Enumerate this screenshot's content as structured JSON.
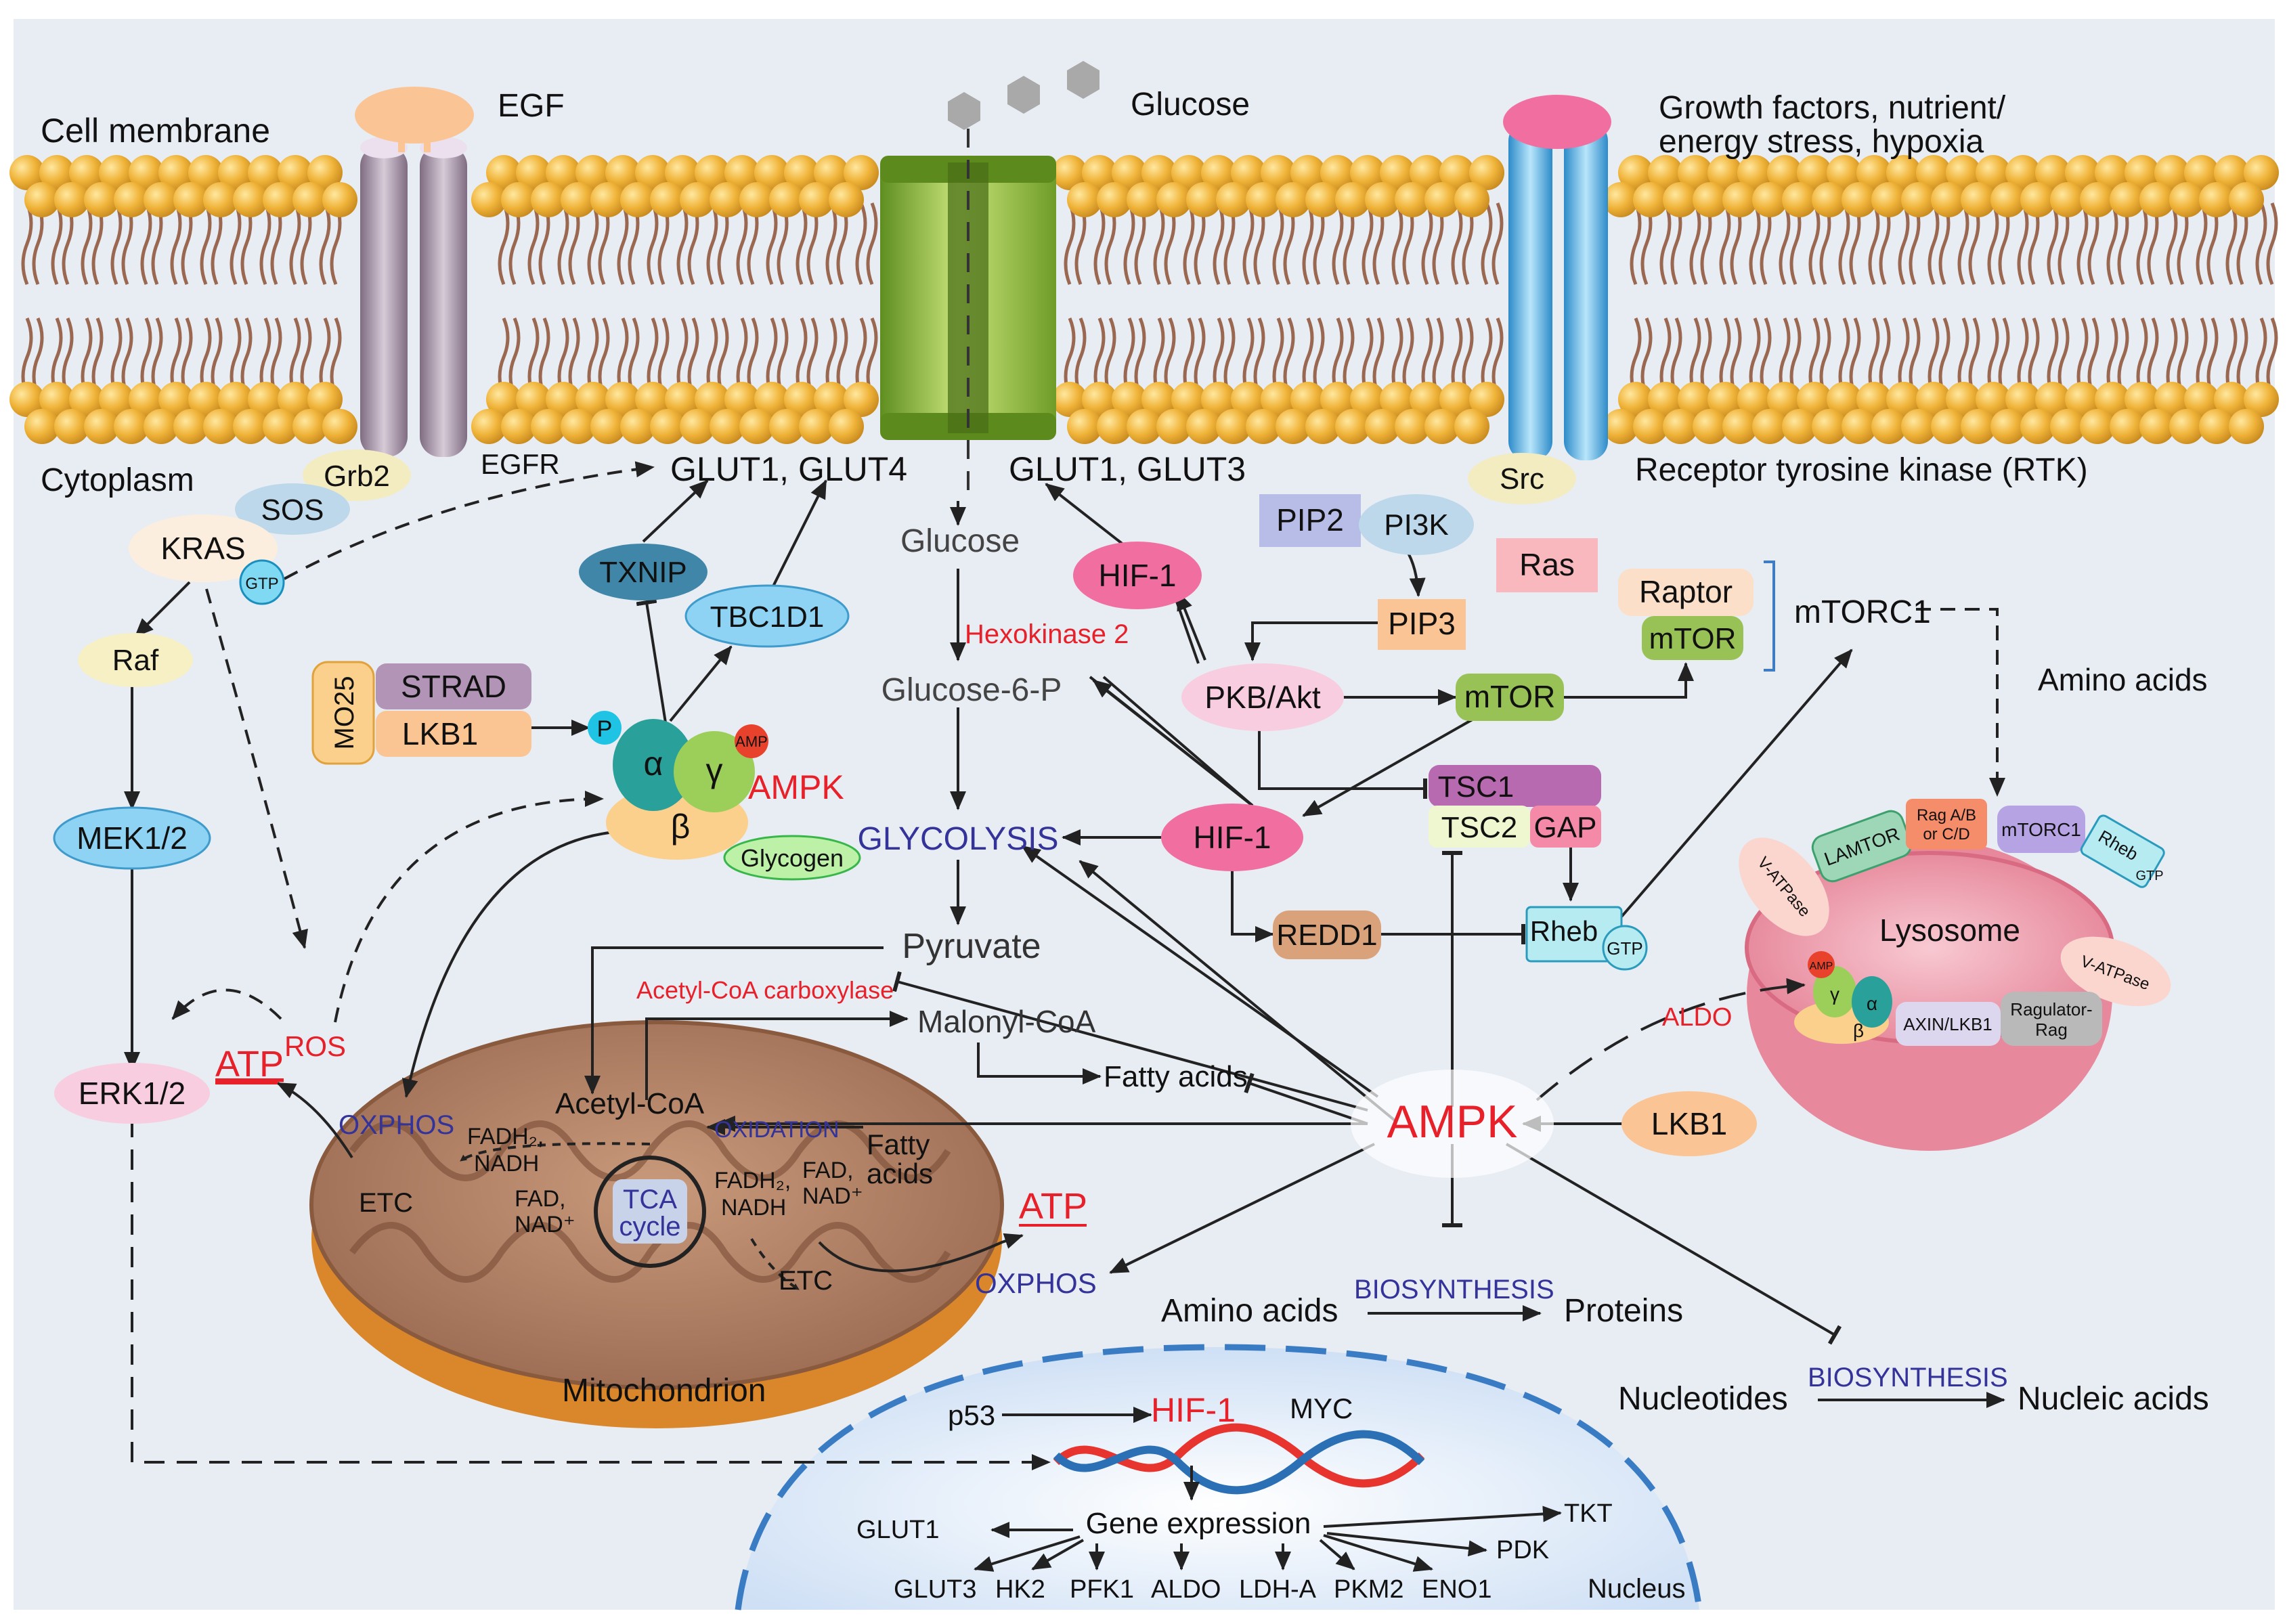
{
  "membrane": {
    "cell_membrane": "Cell membrane",
    "cytoplasm": "Cytoplasm",
    "egf": "EGF",
    "egfr": "EGFR",
    "glucose_ext": "Glucose",
    "growth_factors_1": "Growth factors, nutrient/",
    "growth_factors_2": "energy stress, hypoxia",
    "rtk": "Receptor tyrosine kinase (RTK)",
    "glut14": "GLUT1, GLUT4",
    "glut13": "GLUT1, GLUT3"
  },
  "left": {
    "grb2": "Grb2",
    "sos": "SOS",
    "kras": "KRAS",
    "gtp": "GTP",
    "raf": "Raf",
    "mek": "MEK1/2",
    "erk": "ERK1/2",
    "atp": "ATP",
    "ros": "ROS"
  },
  "ampk_complex": {
    "mo25": "MO25",
    "strad": "STRAD",
    "lkb1": "LKB1",
    "p": "P",
    "alpha": "α",
    "gamma": "γ",
    "beta": "β",
    "amp": "AMP",
    "ampk": "AMPK",
    "glycogen": "Glycogen",
    "txnip": "TXNIP",
    "tbc1d1": "TBC1D1"
  },
  "center": {
    "glucose": "Glucose",
    "hexokinase": "Hexokinase 2",
    "g6p": "Glucose-6-P",
    "glycolysis": "GLYCOLYSIS",
    "pyruvate": "Pyruvate",
    "acc": "Acetyl-CoA carboxylase",
    "malonyl": "Malonyl-CoA",
    "fatty_acids": "Fatty acids",
    "hif1_top": "HIF-1",
    "hif1_mid": "HIF-1"
  },
  "signaling": {
    "src": "Src",
    "pip2": "PIP2",
    "pi3k": "PI3K",
    "ras": "Ras",
    "pip3": "PIP3",
    "pkb": "PKB/Akt",
    "mtor": "mTOR",
    "raptor": "Raptor",
    "mtor2": "mTOR",
    "mtorc1": "mTORC1",
    "amino_acids": "Amino acids",
    "tsc1": "TSC1",
    "tsc2": "TSC2",
    "gap": "GAP",
    "redd1": "REDD1",
    "rheb": "Rheb",
    "rheb_gtp": "GTP"
  },
  "mito": {
    "acetyl": "Acetyl-CoA",
    "oxphos_l": "OXPHOS",
    "fadh_l": "FADH₂,",
    "nadh_l": "NADH",
    "fad_l": "FAD,",
    "nad_l": "NAD⁺",
    "etc_l": "ETC",
    "tca1": "TCA",
    "tca2": "cycle",
    "oxidation": "OXIDATION",
    "fatty1": "Fatty",
    "fatty2": "acids",
    "fadh_r": "FADH₂,",
    "nadh_r": "NADH",
    "fad_r": "FAD,",
    "nad_r": "NAD⁺",
    "etc_r": "ETC",
    "atp": "ATP",
    "oxphos_r": "OXPHOS",
    "label": "Mitochondrion"
  },
  "right": {
    "ampk_big": "AMPK",
    "lkb1": "LKB1",
    "aldo": "ALDO",
    "amino_acids": "Amino acids",
    "biosynth1": "BIOSYNTHESIS",
    "proteins": "Proteins",
    "nucleotides": "Nucleotides",
    "biosynth2": "BIOSYNTHESIS",
    "nucleic": "Nucleic acids"
  },
  "lysosome": {
    "label": "Lysosome",
    "lamtor": "LAMTOR",
    "rag1": "Rag A/B",
    "rag2": "or C/D",
    "mtorc1": "mTORC1",
    "rheb": "Rheb",
    "gtp": "GTP",
    "vatp1": "V-ATPase",
    "vatp2": "V-ATPase",
    "axin": "AXIN/LKB1",
    "ragu1": "Ragulator-",
    "ragu2": "Rag",
    "amp": "AMP",
    "gamma": "γ",
    "alpha": "α",
    "beta": "β"
  },
  "nucleus": {
    "p53": "p53",
    "hif1": "HIF-1",
    "myc": "MYC",
    "gene_expr": "Gene expression",
    "label": "Nucleus",
    "glut1": "GLUT1",
    "glut3": "GLUT3",
    "hk2": "HK2",
    "pfk1": "PFK1",
    "aldo": "ALDO",
    "ldha": "LDH-A",
    "pkm2": "PKM2",
    "eno1": "ENO1",
    "tkt": "TKT",
    "pdk": "PDK"
  },
  "colors": {
    "red": "#e8202a",
    "blue": "#33339a",
    "bg": "#e8ecf3"
  }
}
